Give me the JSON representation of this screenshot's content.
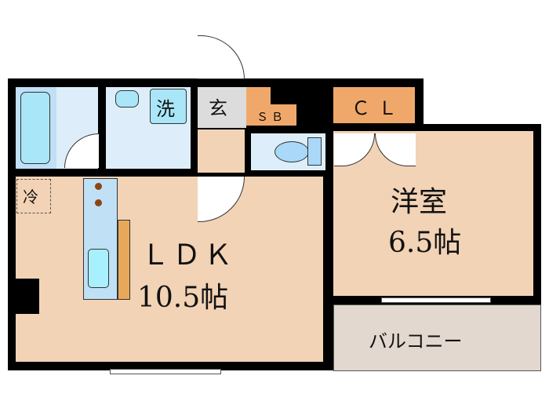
{
  "rooms": {
    "ldk": {
      "name": "ＬＤＫ",
      "size": "10.5帖"
    },
    "western": {
      "name": "洋室",
      "size": "6.5帖"
    },
    "balcony": {
      "name": "バルコニー"
    },
    "entrance": {
      "name": "玄"
    },
    "shoe_box": {
      "name": "ＳＢ"
    },
    "closet": {
      "name": "ＣＬ"
    },
    "washer": {
      "name": "洗"
    },
    "fridge": {
      "name": "冷"
    }
  },
  "colors": {
    "floor": "#f2d3b6",
    "wet_area": "#ddeefa",
    "storage": "#f0a86a",
    "entrance": "#dcdcdc",
    "balcony": "#e2d8cf",
    "wall": "#000000"
  }
}
